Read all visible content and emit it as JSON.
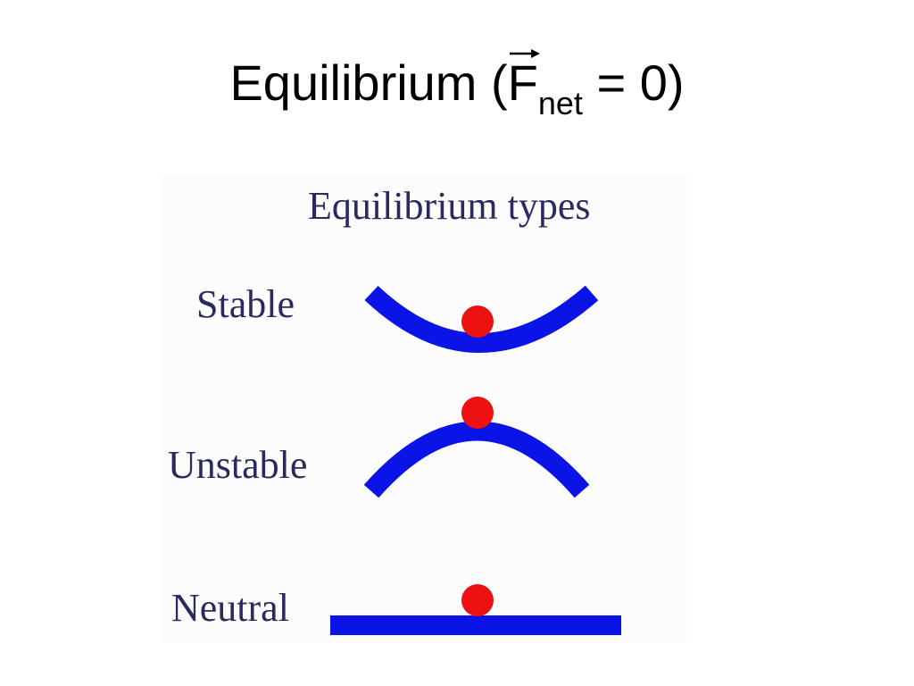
{
  "title": {
    "text": "Equilibrium (",
    "vector_symbol": "F",
    "subscript": "net",
    "suffix": " = 0)"
  },
  "diagram": {
    "heading": "Equilibrium types",
    "types": [
      {
        "label": "Stable"
      },
      {
        "label": "Unstable"
      },
      {
        "label": "Neutral"
      }
    ],
    "colors": {
      "surface": "#0a14e6",
      "ball": "#ee1111",
      "label_text": "#2a2a5e"
    }
  }
}
